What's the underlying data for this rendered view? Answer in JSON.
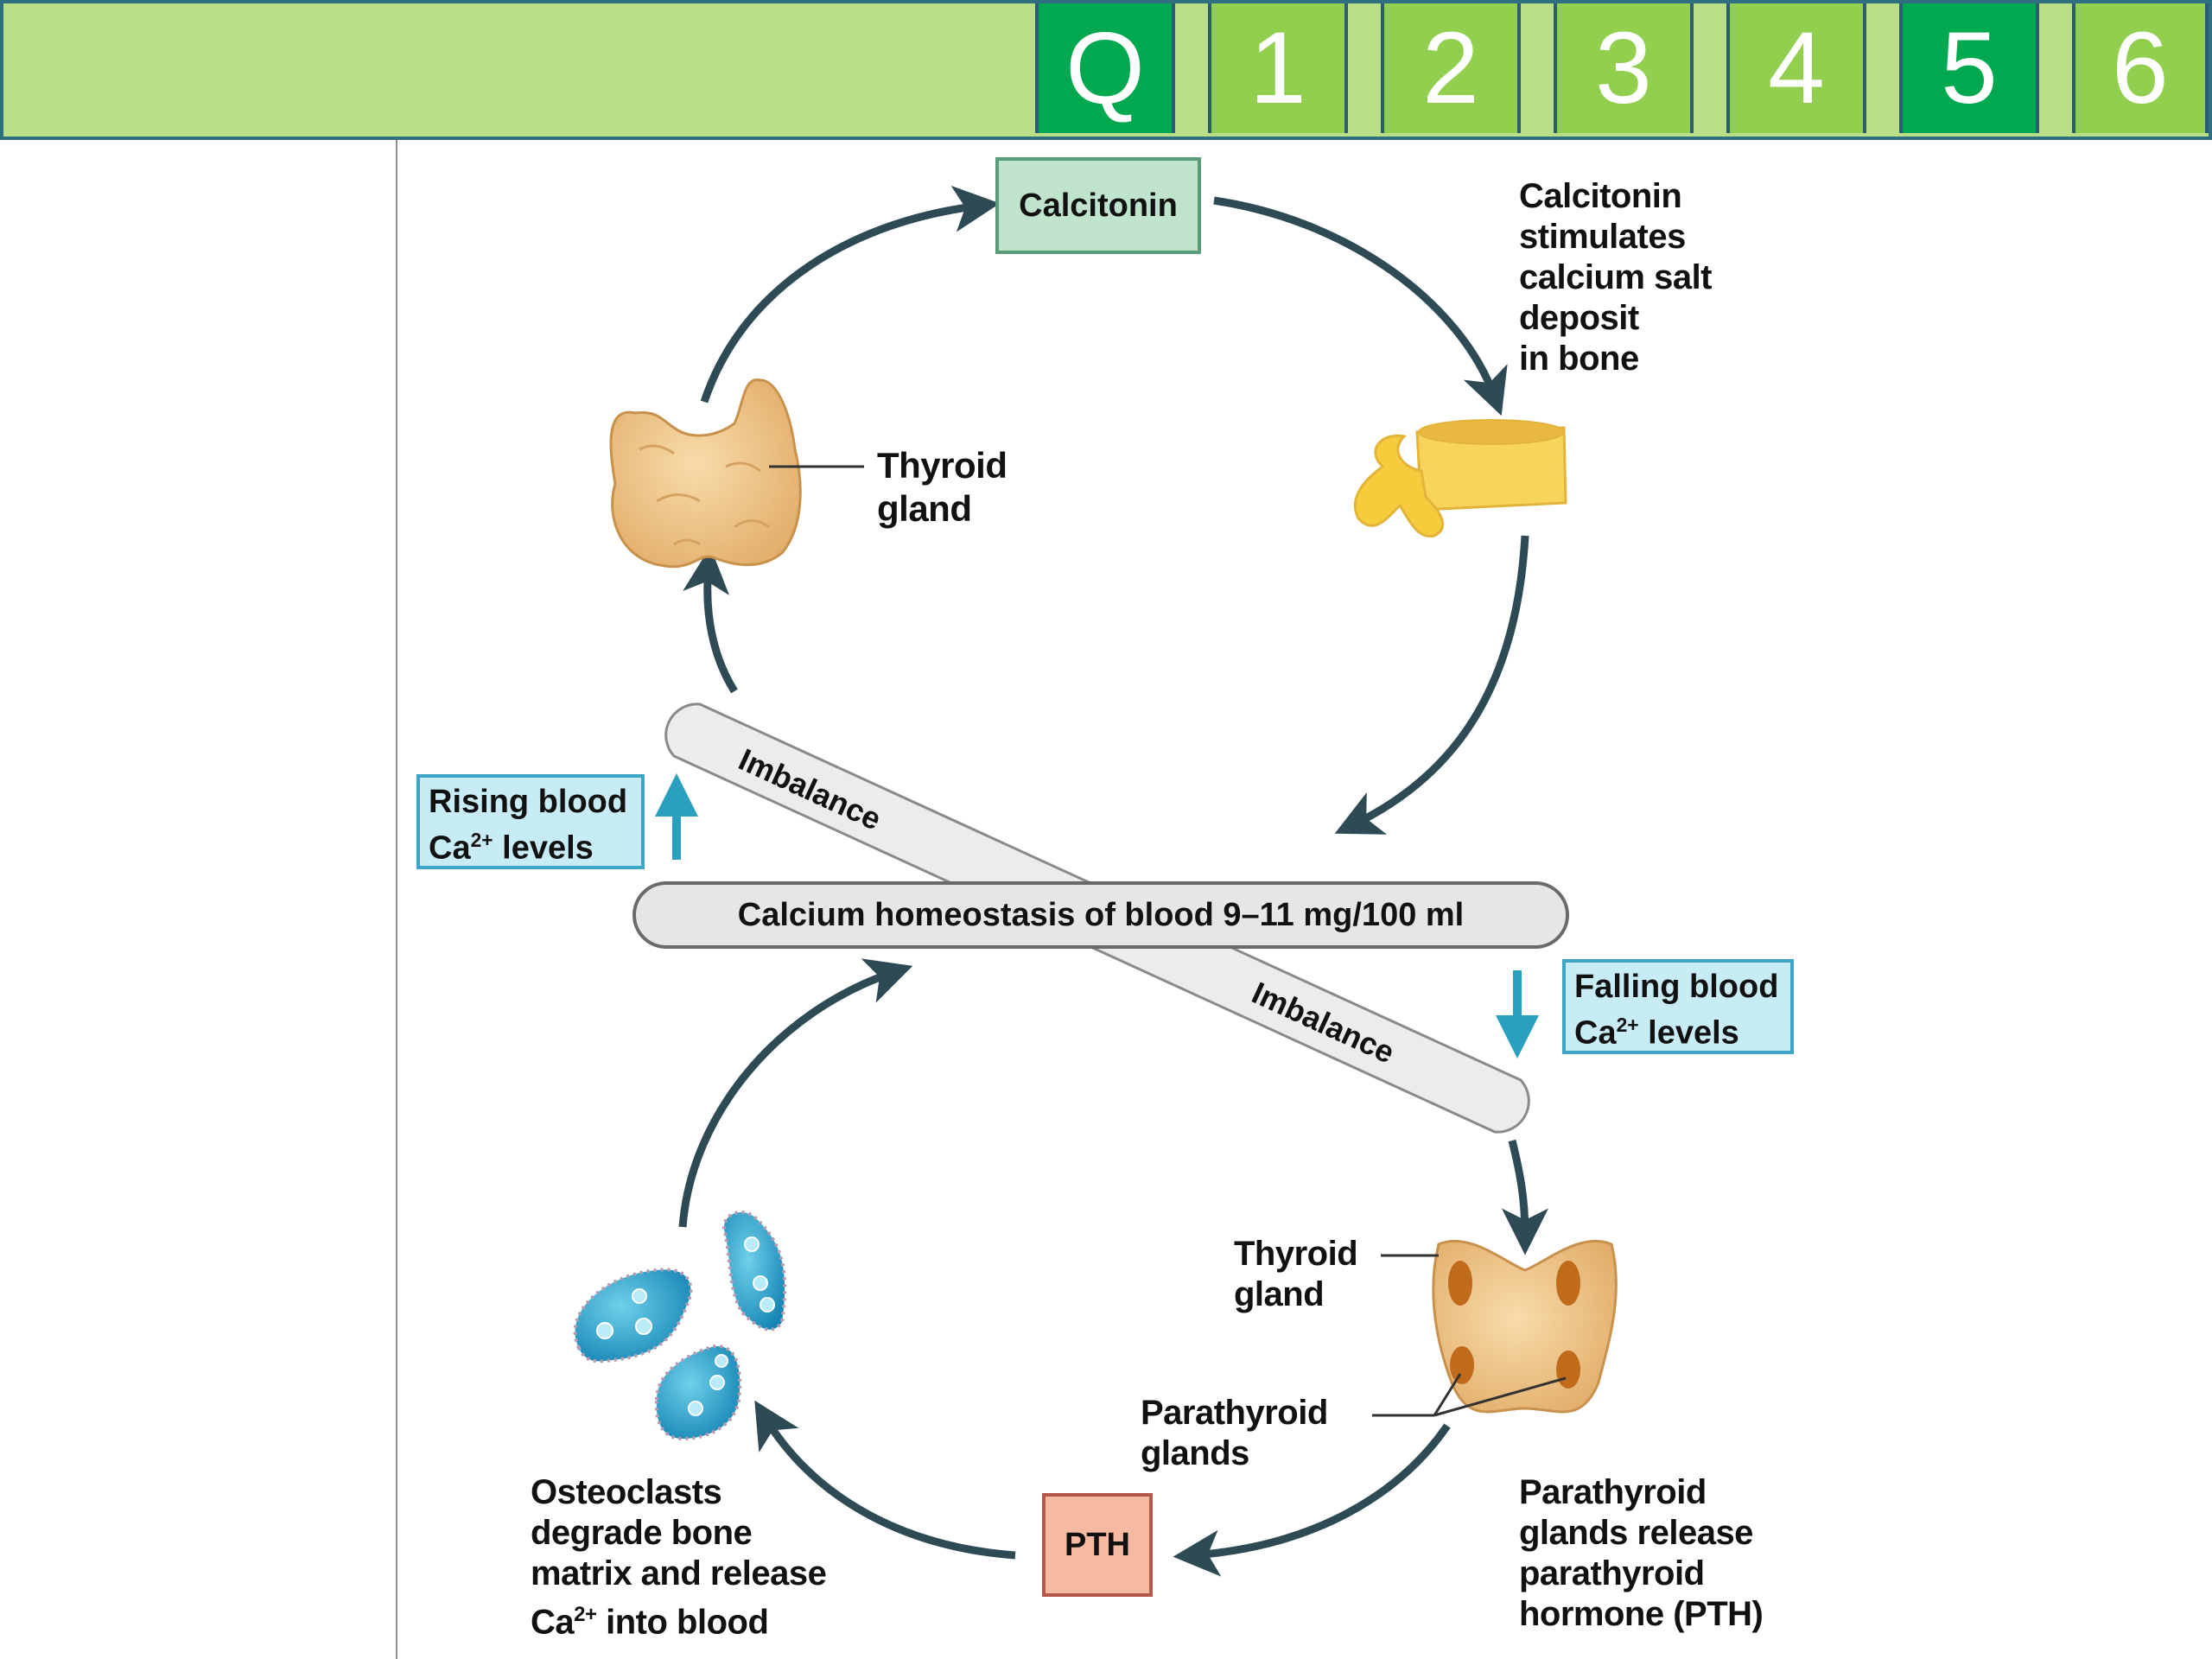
{
  "nav": {
    "tabs": [
      {
        "label": "Q",
        "active": true
      },
      {
        "label": "1",
        "active": false
      },
      {
        "label": "2",
        "active": false
      },
      {
        "label": "3",
        "active": false
      },
      {
        "label": "4",
        "active": false
      },
      {
        "label": "5",
        "active": true
      },
      {
        "label": "6",
        "active": false
      }
    ],
    "colors": {
      "bar": "#b9df89",
      "tab": "#92cf4f",
      "tab_active": "#00a94f",
      "border": "#2c5b78"
    }
  },
  "diagram": {
    "calcitonin_box": "Calcitonin",
    "calcitonin_effect": [
      "Calcitonin",
      "stimulates",
      "calcium salt",
      "deposit",
      "in bone"
    ],
    "thyroid_top_label": [
      "Thyroid",
      "gland"
    ],
    "rising_label": {
      "line1": "Rising blood",
      "line2_prefix": "Ca",
      "line2_sup": "2+",
      "line2_suffix": " levels"
    },
    "homeostasis": "Calcium homeostasis of blood 9–11 mg/100 ml",
    "imbalance_top": "Imbalance",
    "imbalance_bottom": "Imbalance",
    "falling_label": {
      "line1": "Falling blood",
      "line2_prefix": "Ca",
      "line2_sup": "2+",
      "line2_suffix": " levels"
    },
    "thyroid_bottom_label": [
      "Thyroid",
      "gland"
    ],
    "parathyroid_label": [
      "Parathyroid",
      "glands"
    ],
    "pth_box": "PTH",
    "pth_release": [
      "Parathyroid",
      "glands release",
      "parathyroid",
      "hormone (PTH)"
    ],
    "osteoclast_effect": {
      "lines": [
        "Osteoclasts",
        "degrade bone",
        "matrix and release"
      ],
      "last_prefix": "Ca",
      "last_sup": "2+",
      "last_suffix": " into blood"
    },
    "colors": {
      "arrow": "#2e4a55",
      "ca_arrow": "#2aa0c0",
      "calcitonin_fill": "#bfe3cd",
      "pth_fill": "#f6b9a1",
      "ca_box_fill": "#c8ecf6"
    }
  }
}
